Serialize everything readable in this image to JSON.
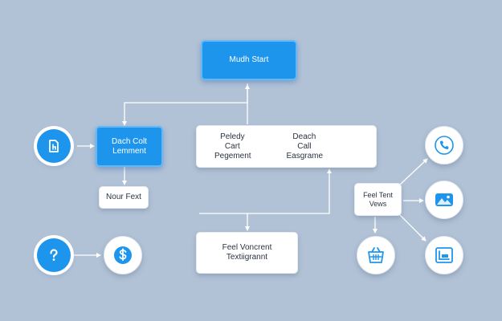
{
  "nodes": {
    "start": {
      "label": "Mudh Start"
    },
    "left_blue": {
      "label_line1": "Dach Colt",
      "label_line2": "Lemment"
    },
    "small_note": {
      "label": "Nour Fext"
    },
    "center_pair": {
      "left_line1": "Peledy Cart",
      "left_line2": "Pegement",
      "right_line1": "Deach Call",
      "right_line2": "Easgrame"
    },
    "bottom_box": {
      "label_line1": "Feel Voncrent",
      "label_line2": "Textiigrannt"
    },
    "right_note": {
      "label_line1": "Feel Tent",
      "label_line2": "Vews"
    }
  },
  "icons": {
    "left_top": "document-icon",
    "left_bottom": "question-icon",
    "dollar": "dollar-icon",
    "phone": "phone-icon",
    "image": "image-icon",
    "basket": "basket-icon",
    "chart": "chart-icon"
  },
  "colors": {
    "background": "#b2c2d6",
    "accent": "#1e95ec",
    "connector": "#ffffff"
  }
}
